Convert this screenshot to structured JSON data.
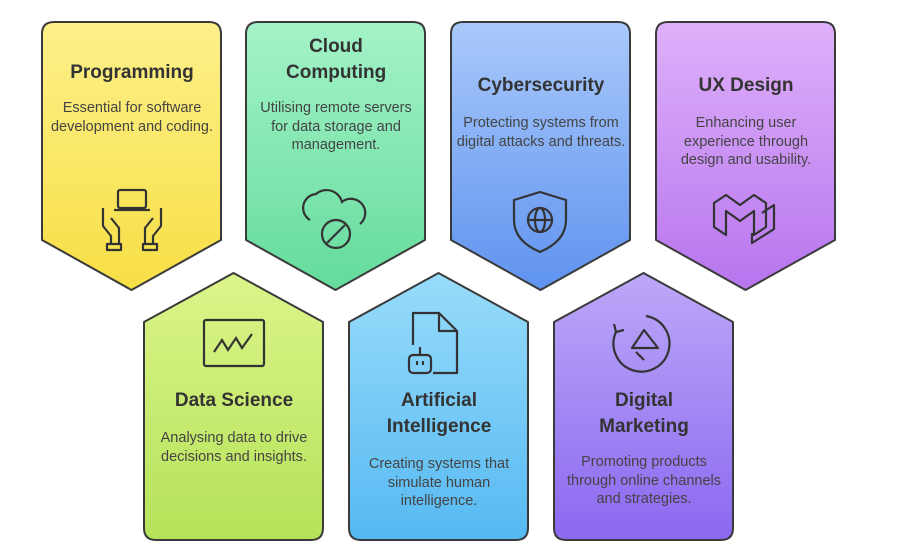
{
  "cards": [
    {
      "title": "Programming",
      "description": "Essential for software development and coding.",
      "icon": "laptop-hands-icon",
      "colors": [
        "#fdf08a",
        "#f7df45"
      ]
    },
    {
      "title": "Cloud Computing",
      "description": "Utilising remote servers for data storage and management.",
      "icon": "cloud-blocked-icon",
      "colors": [
        "#a4f3c8",
        "#64db9c"
      ]
    },
    {
      "title": "Cybersecurity",
      "description": "Protecting systems from digital attacks and threats.",
      "icon": "shield-globe-icon",
      "colors": [
        "#a9c9fa",
        "#5f93ef"
      ]
    },
    {
      "title": "UX Design",
      "description": "Enhancing user experience through design and usability.",
      "icon": "ux-logo-icon",
      "colors": [
        "#dfb0fa",
        "#b775ee"
      ]
    },
    {
      "title": "Data Science",
      "description": "Analysing data to drive decisions and insights.",
      "icon": "chart-screen-icon",
      "colors": [
        "#dcf58a",
        "#b5e25a"
      ]
    },
    {
      "title": "Artificial Intelligence",
      "description": "Creating systems that simulate human intelligence.",
      "icon": "robot-document-icon",
      "colors": [
        "#98dcfa",
        "#56b9f2"
      ]
    },
    {
      "title": "Digital Marketing",
      "description": "Promoting products through online channels and strategies.",
      "icon": "megaphone-cycle-icon",
      "colors": [
        "#bca8f8",
        "#8b68f0"
      ]
    }
  ]
}
